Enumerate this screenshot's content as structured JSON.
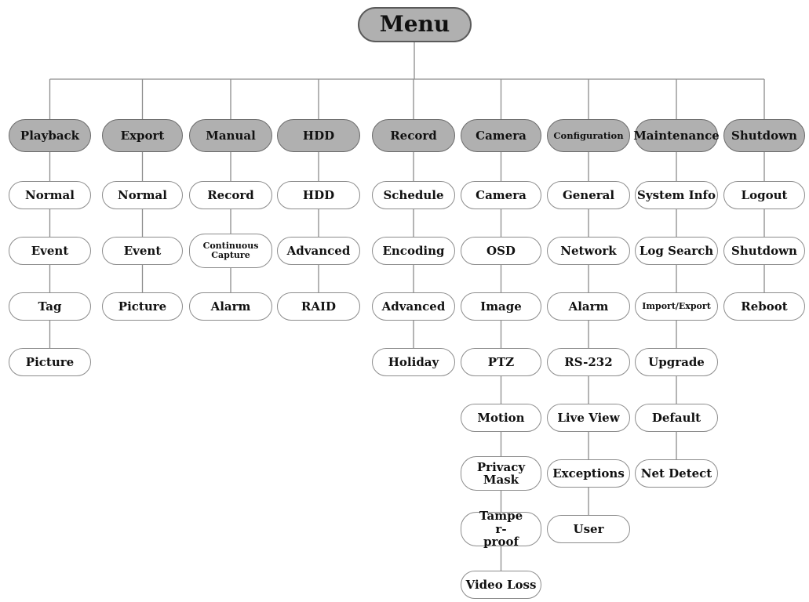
{
  "menu": {
    "root": "Menu",
    "columns": [
      {
        "id": "playback",
        "label": "Playback",
        "items": [
          "Normal",
          "Event",
          "Tag",
          "Picture"
        ]
      },
      {
        "id": "export",
        "label": "Export",
        "items": [
          "Normal",
          "Event",
          "Picture"
        ]
      },
      {
        "id": "manual",
        "label": "Manual",
        "items": [
          "Record",
          "Continuous Capture",
          "Alarm"
        ]
      },
      {
        "id": "hdd",
        "label": "HDD",
        "items": [
          "HDD",
          "Advanced",
          "RAID"
        ]
      },
      {
        "id": "record",
        "label": "Record",
        "items": [
          "Schedule",
          "Encoding",
          "Advanced",
          "Holiday"
        ]
      },
      {
        "id": "camera",
        "label": "Camera",
        "items": [
          "Camera",
          "OSD",
          "Image",
          "PTZ",
          "Motion",
          "Privacy Mask",
          "Tamper-proof",
          "Video Loss"
        ]
      },
      {
        "id": "configuration",
        "label": "Configuration",
        "items": [
          "General",
          "Network",
          "Alarm",
          "RS-232",
          "Live View",
          "Exceptions",
          "User"
        ]
      },
      {
        "id": "maintenance",
        "label": "Maintenance",
        "items": [
          "System Info",
          "Log Search",
          "Import/Export",
          "Upgrade",
          "Default",
          "Net Detect"
        ]
      },
      {
        "id": "shutdown",
        "label": "Shutdown",
        "items": [
          "Logout",
          "Shutdown",
          "Reboot"
        ]
      }
    ]
  },
  "colors": {
    "header_fill": "#b0b0b0",
    "header_border": "#6a6a6a",
    "item_fill": "#ffffff",
    "item_border": "#8c8c8c",
    "connector": "#8c8c8c"
  }
}
